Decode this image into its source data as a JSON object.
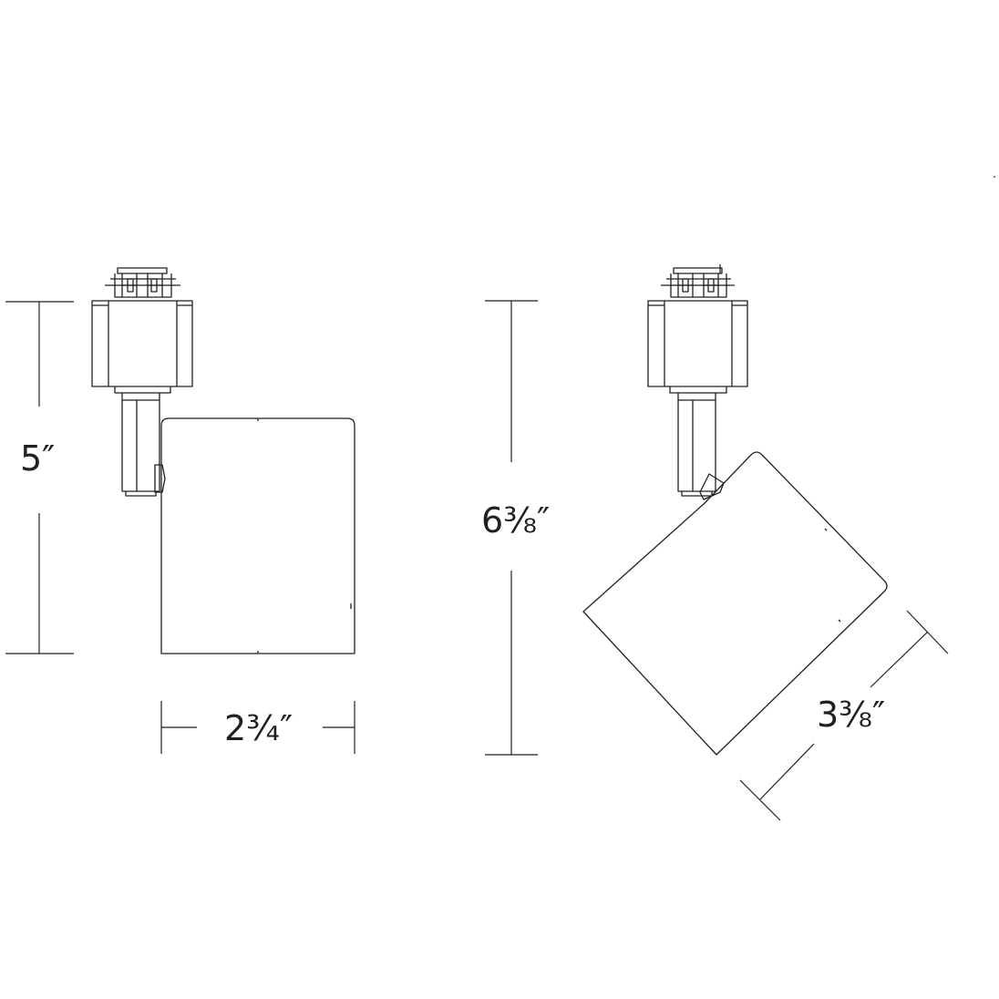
{
  "dimensions": {
    "front_height": "5″",
    "front_width": "2¾″",
    "side_height": "6⅜″",
    "side_depth": "3⅜″"
  },
  "colors": {
    "line": "#231f20",
    "background": "#ffffff"
  }
}
